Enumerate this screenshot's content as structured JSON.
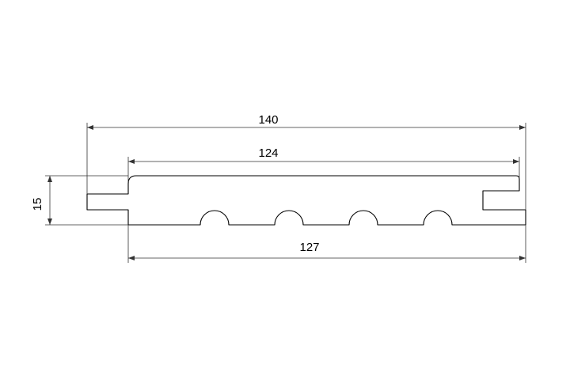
{
  "drawing": {
    "dimensions": {
      "overall_width": "140",
      "face_width": "124",
      "bottom_width": "127",
      "thickness": "15"
    }
  }
}
